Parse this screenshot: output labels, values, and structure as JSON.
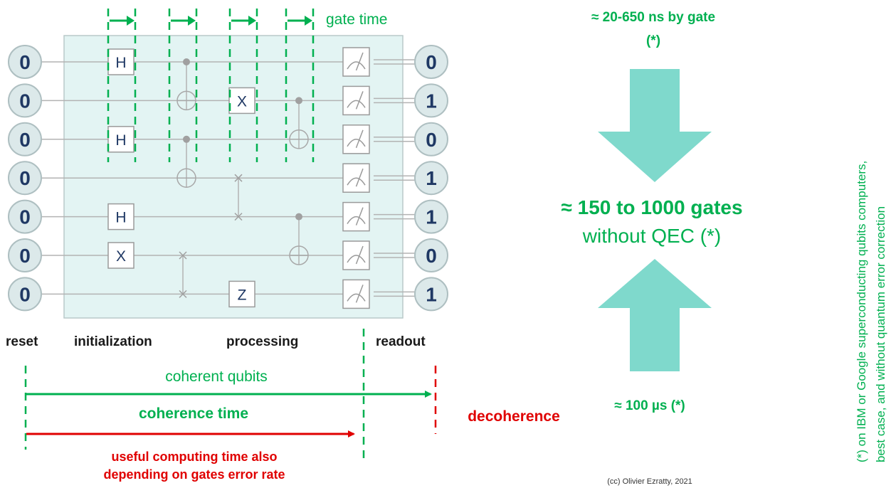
{
  "circuit": {
    "inputs": [
      "0",
      "0",
      "0",
      "0",
      "0",
      "0",
      "0"
    ],
    "outputs": [
      "0",
      "1",
      "0",
      "1",
      "1",
      "0",
      "1"
    ],
    "gates": [
      {
        "label": "H",
        "qubit": 0,
        "step": 0
      },
      {
        "label": "H",
        "qubit": 2,
        "step": 0
      },
      {
        "label": "H",
        "qubit": 4,
        "step": 0
      },
      {
        "label": "X",
        "qubit": 5,
        "step": 0
      },
      {
        "label": "X",
        "qubit": 1,
        "step": 2
      },
      {
        "label": "Z",
        "qubit": 6,
        "step": 2
      }
    ],
    "cnots": [
      {
        "control": 0,
        "target": 1,
        "step": 1
      },
      {
        "control": 2,
        "target": 3,
        "step": 1
      },
      {
        "control": 1,
        "target": 2,
        "step": 3
      },
      {
        "control": 4,
        "target": 5,
        "step": 3
      }
    ],
    "swaps": [
      {
        "a": 3,
        "b": 4,
        "step": 2
      },
      {
        "a": 5,
        "b": 6,
        "step": 1
      }
    ]
  },
  "labels": {
    "gate_time": "gate time",
    "reset": "reset",
    "initialization": "initialization",
    "processing": "processing",
    "readout": "readout",
    "coherent_qubits": "coherent qubits",
    "coherence_time": "coherence time",
    "decoherence": "decoherence",
    "useful_line1": "useful computing time also",
    "useful_line2": "depending on gates error rate",
    "ns_by_gate": "≈ 20-650 ns by gate",
    "asterisk": "(*)",
    "gates_count": "≈ 150 to 1000 gates",
    "without_qec": "without QEC (*)",
    "coherence_us": "≈ 100 µs (*)",
    "footnote_line1": "(*) on IBM or Google superconducting qubits computers,",
    "footnote_line2": "best case, and without quantum error correction",
    "credit": "(cc) Olivier Ezratty, 2021"
  },
  "colors": {
    "green": "#00b050",
    "red": "#e00000",
    "navy": "#1f3864",
    "teal": "#7fd9cc",
    "panel_fill": "#e3f4f3",
    "panel_stroke": "#b9c9c9",
    "circle_fill": "#dce9ea",
    "circle_stroke": "#aebfc1",
    "wire": "#b3b3b3"
  }
}
